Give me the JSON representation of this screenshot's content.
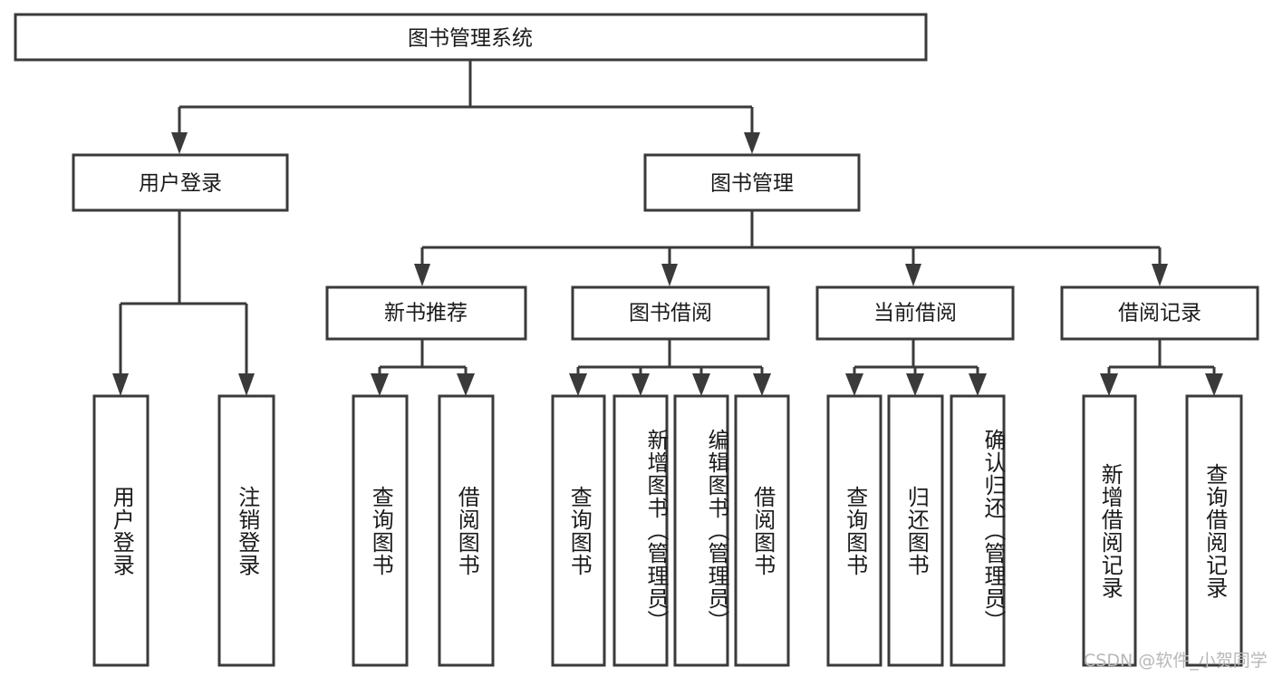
{
  "diagram": {
    "title": "图书管理系统",
    "type": "tree-hierarchy-chart",
    "root": {
      "label": "图书管理系统"
    },
    "level1": [
      {
        "label": "用户登录"
      },
      {
        "label": "图书管理"
      }
    ],
    "level2": [
      {
        "label": "新书推荐"
      },
      {
        "label": "图书借阅"
      },
      {
        "label": "当前借阅"
      },
      {
        "label": "借阅记录"
      }
    ],
    "leaves": {
      "user_login": [
        {
          "label": "用户登录"
        },
        {
          "label": "注销登录"
        }
      ],
      "new_book_recommend": [
        {
          "label": "查询图书"
        },
        {
          "label": "借阅图书"
        }
      ],
      "book_borrow": [
        {
          "label": "查询图书"
        },
        {
          "label": "新增图书（管理员）"
        },
        {
          "label": "编辑图书（管理员）"
        },
        {
          "label": "借阅图书"
        }
      ],
      "current_borrow": [
        {
          "label": "查询图书"
        },
        {
          "label": "归还图书"
        },
        {
          "label": "确认归还（管理员）"
        }
      ],
      "borrow_record": [
        {
          "label": "新增借阅记录"
        },
        {
          "label": "查询借阅记录"
        }
      ]
    }
  },
  "watermark": {
    "text": "CSDN @软件_小贺同学"
  },
  "colors": {
    "stroke": "#3a3a3a",
    "box_fill": "#ffffff",
    "text": "#1a1a1a",
    "watermark": "#b8b8b8",
    "background": "#ffffff"
  }
}
